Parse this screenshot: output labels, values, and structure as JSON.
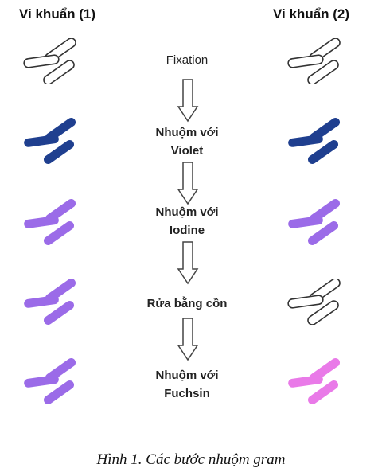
{
  "columns": {
    "left_title": "Vi khuẩn (1)",
    "right_title": "Vi khuẩn (2)"
  },
  "steps": [
    {
      "line1": "Fixation",
      "line2": ""
    },
    {
      "line1": "Nhuộm với",
      "line2": "Violet"
    },
    {
      "line1": "Nhuộm với",
      "line2": "Iodine"
    },
    {
      "line1": "Rửa bằng cồn",
      "line2": ""
    },
    {
      "line1": "Nhuộm với",
      "line2": "Fuchsin"
    }
  ],
  "colors": {
    "unstained": "#ffffff",
    "violet_stain": "#1f3f8f",
    "violet_iodine_complex": "#9b6be8",
    "fuchsin": "#e97ae8",
    "outline": "#333333"
  },
  "bacteria": {
    "left_states": [
      "unstained",
      "violet_stain",
      "violet_iodine_complex",
      "violet_iodine_complex",
      "violet_iodine_complex"
    ],
    "right_states": [
      "unstained",
      "violet_stain",
      "violet_iodine_complex",
      "unstained",
      "fuchsin"
    ]
  },
  "caption": "Hình 1. Các bước nhuộm gram"
}
